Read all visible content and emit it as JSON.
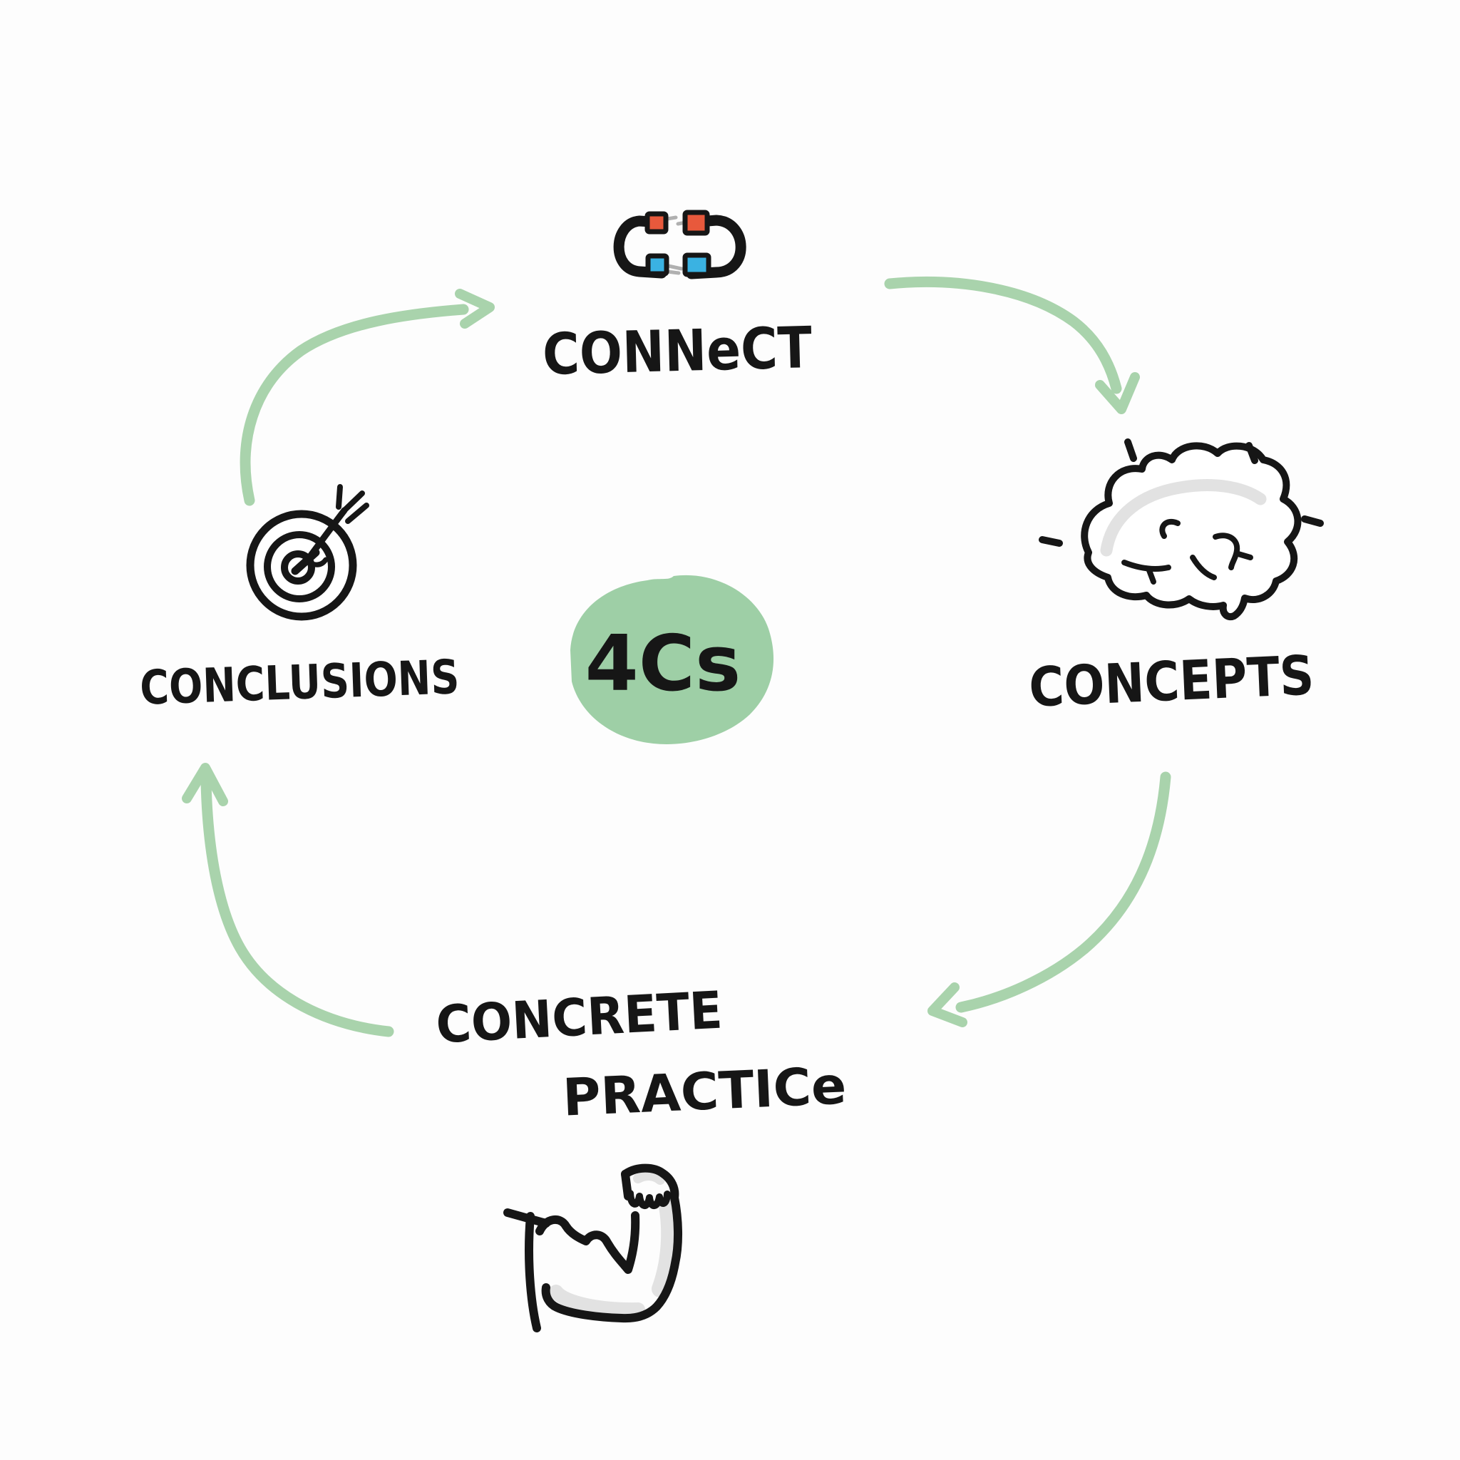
{
  "diagram": {
    "title": "4Cs",
    "center": {
      "label": "4Cs",
      "blob_color": "#9ecfa6"
    },
    "stages": [
      {
        "name": "Connect",
        "label": "CONNeCT",
        "icon": "magnet-icon"
      },
      {
        "name": "Concepts",
        "label": "CONCEPTS",
        "icon": "brain-icon"
      },
      {
        "name": "Concrete Practice",
        "label_line1": "CONCRETE",
        "label_line2": "PRACTICe",
        "icon": "flexed-bicep-icon"
      },
      {
        "name": "Conclusions",
        "label": "CONCLUSIONS",
        "icon": "target-icon"
      }
    ],
    "colors": {
      "background": "#fdfdfd",
      "arrow_green": "#a9d3ac",
      "center_blob_green": "#9ecfa6",
      "ink": "#161616",
      "magnet_red": "#e8593c",
      "magnet_blue": "#3ab2e2",
      "shading_gray": "#e2e2e2",
      "attraction_line_gray": "#b0b0b0"
    }
  }
}
